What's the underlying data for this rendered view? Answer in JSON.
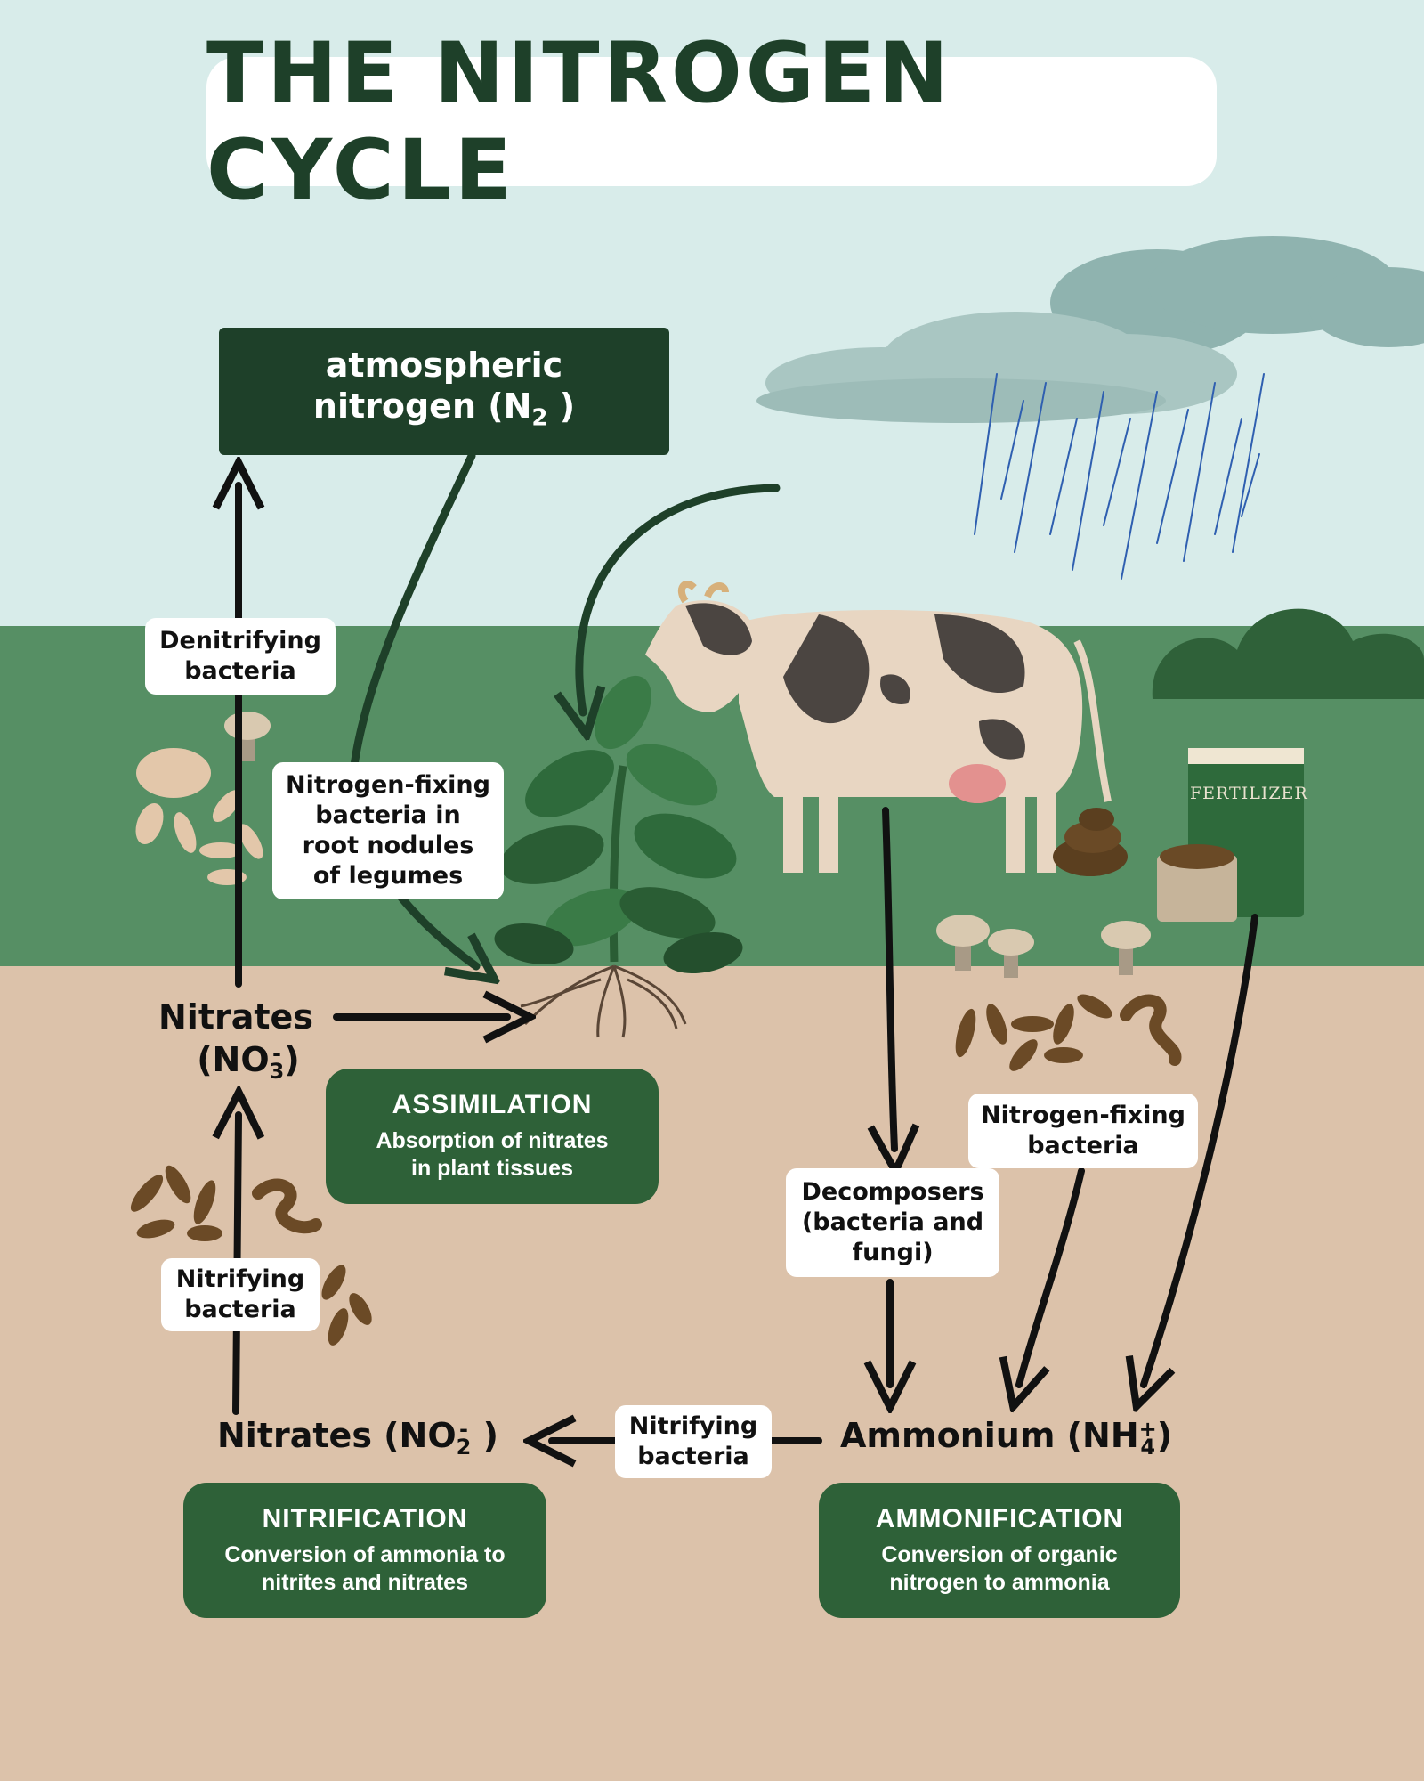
{
  "title": "THE NITROGEN CYCLE",
  "atmospheric": {
    "line1": "atmospheric",
    "line2_prefix": "nitrogen (N",
    "line2_sub": "2",
    "line2_suffix": " )"
  },
  "labels": {
    "denitrifying": [
      "Denitrifying",
      "bacteria"
    ],
    "nitrogen_fixing_legumes": [
      "Nitrogen-fixing",
      "bacteria in",
      "root nodules",
      "of legumes"
    ],
    "nitrogen_fixing": [
      "Nitrogen-fixing",
      "bacteria"
    ],
    "decomposers": [
      "Decomposers",
      "(bacteria and",
      "fungi)"
    ],
    "nitrifying_left": [
      "Nitrifying",
      "bacteria"
    ],
    "nitrifying_bottom": [
      "Nitrifying",
      "bacteria"
    ]
  },
  "chemicals": {
    "nitrates_top": {
      "line1": "Nitrates",
      "line2_prefix": "(NO",
      "sup": "-",
      "sub": "3",
      "line2_suffix": ")"
    },
    "nitrates_bottom": {
      "prefix": "Nitrates (NO",
      "sup": "-",
      "sub": "2",
      "suffix": " )"
    },
    "ammonium": {
      "prefix": "Ammonium (NH",
      "sup": "+",
      "sub": "4",
      "suffix": ")"
    }
  },
  "processes": {
    "assimilation": {
      "title": "ASSIMILATION",
      "desc": [
        "Absorption of nitrates",
        "in plant tissues"
      ]
    },
    "nitrification": {
      "title": "NITRIFICATION",
      "desc": [
        "Conversion of ammonia to",
        "nitrites and nitrates"
      ]
    },
    "ammonification": {
      "title": "AMMONIFICATION",
      "desc": [
        "Conversion of organic",
        "nitrogen to ammonia"
      ]
    }
  },
  "fertilizer_label": "FERTILIZER",
  "colors": {
    "sky": "#d8ecea",
    "grass": "#568f64",
    "soil": "#dcc2aa",
    "dark_green": "#1e4029",
    "process_green": "#2e6138"
  }
}
